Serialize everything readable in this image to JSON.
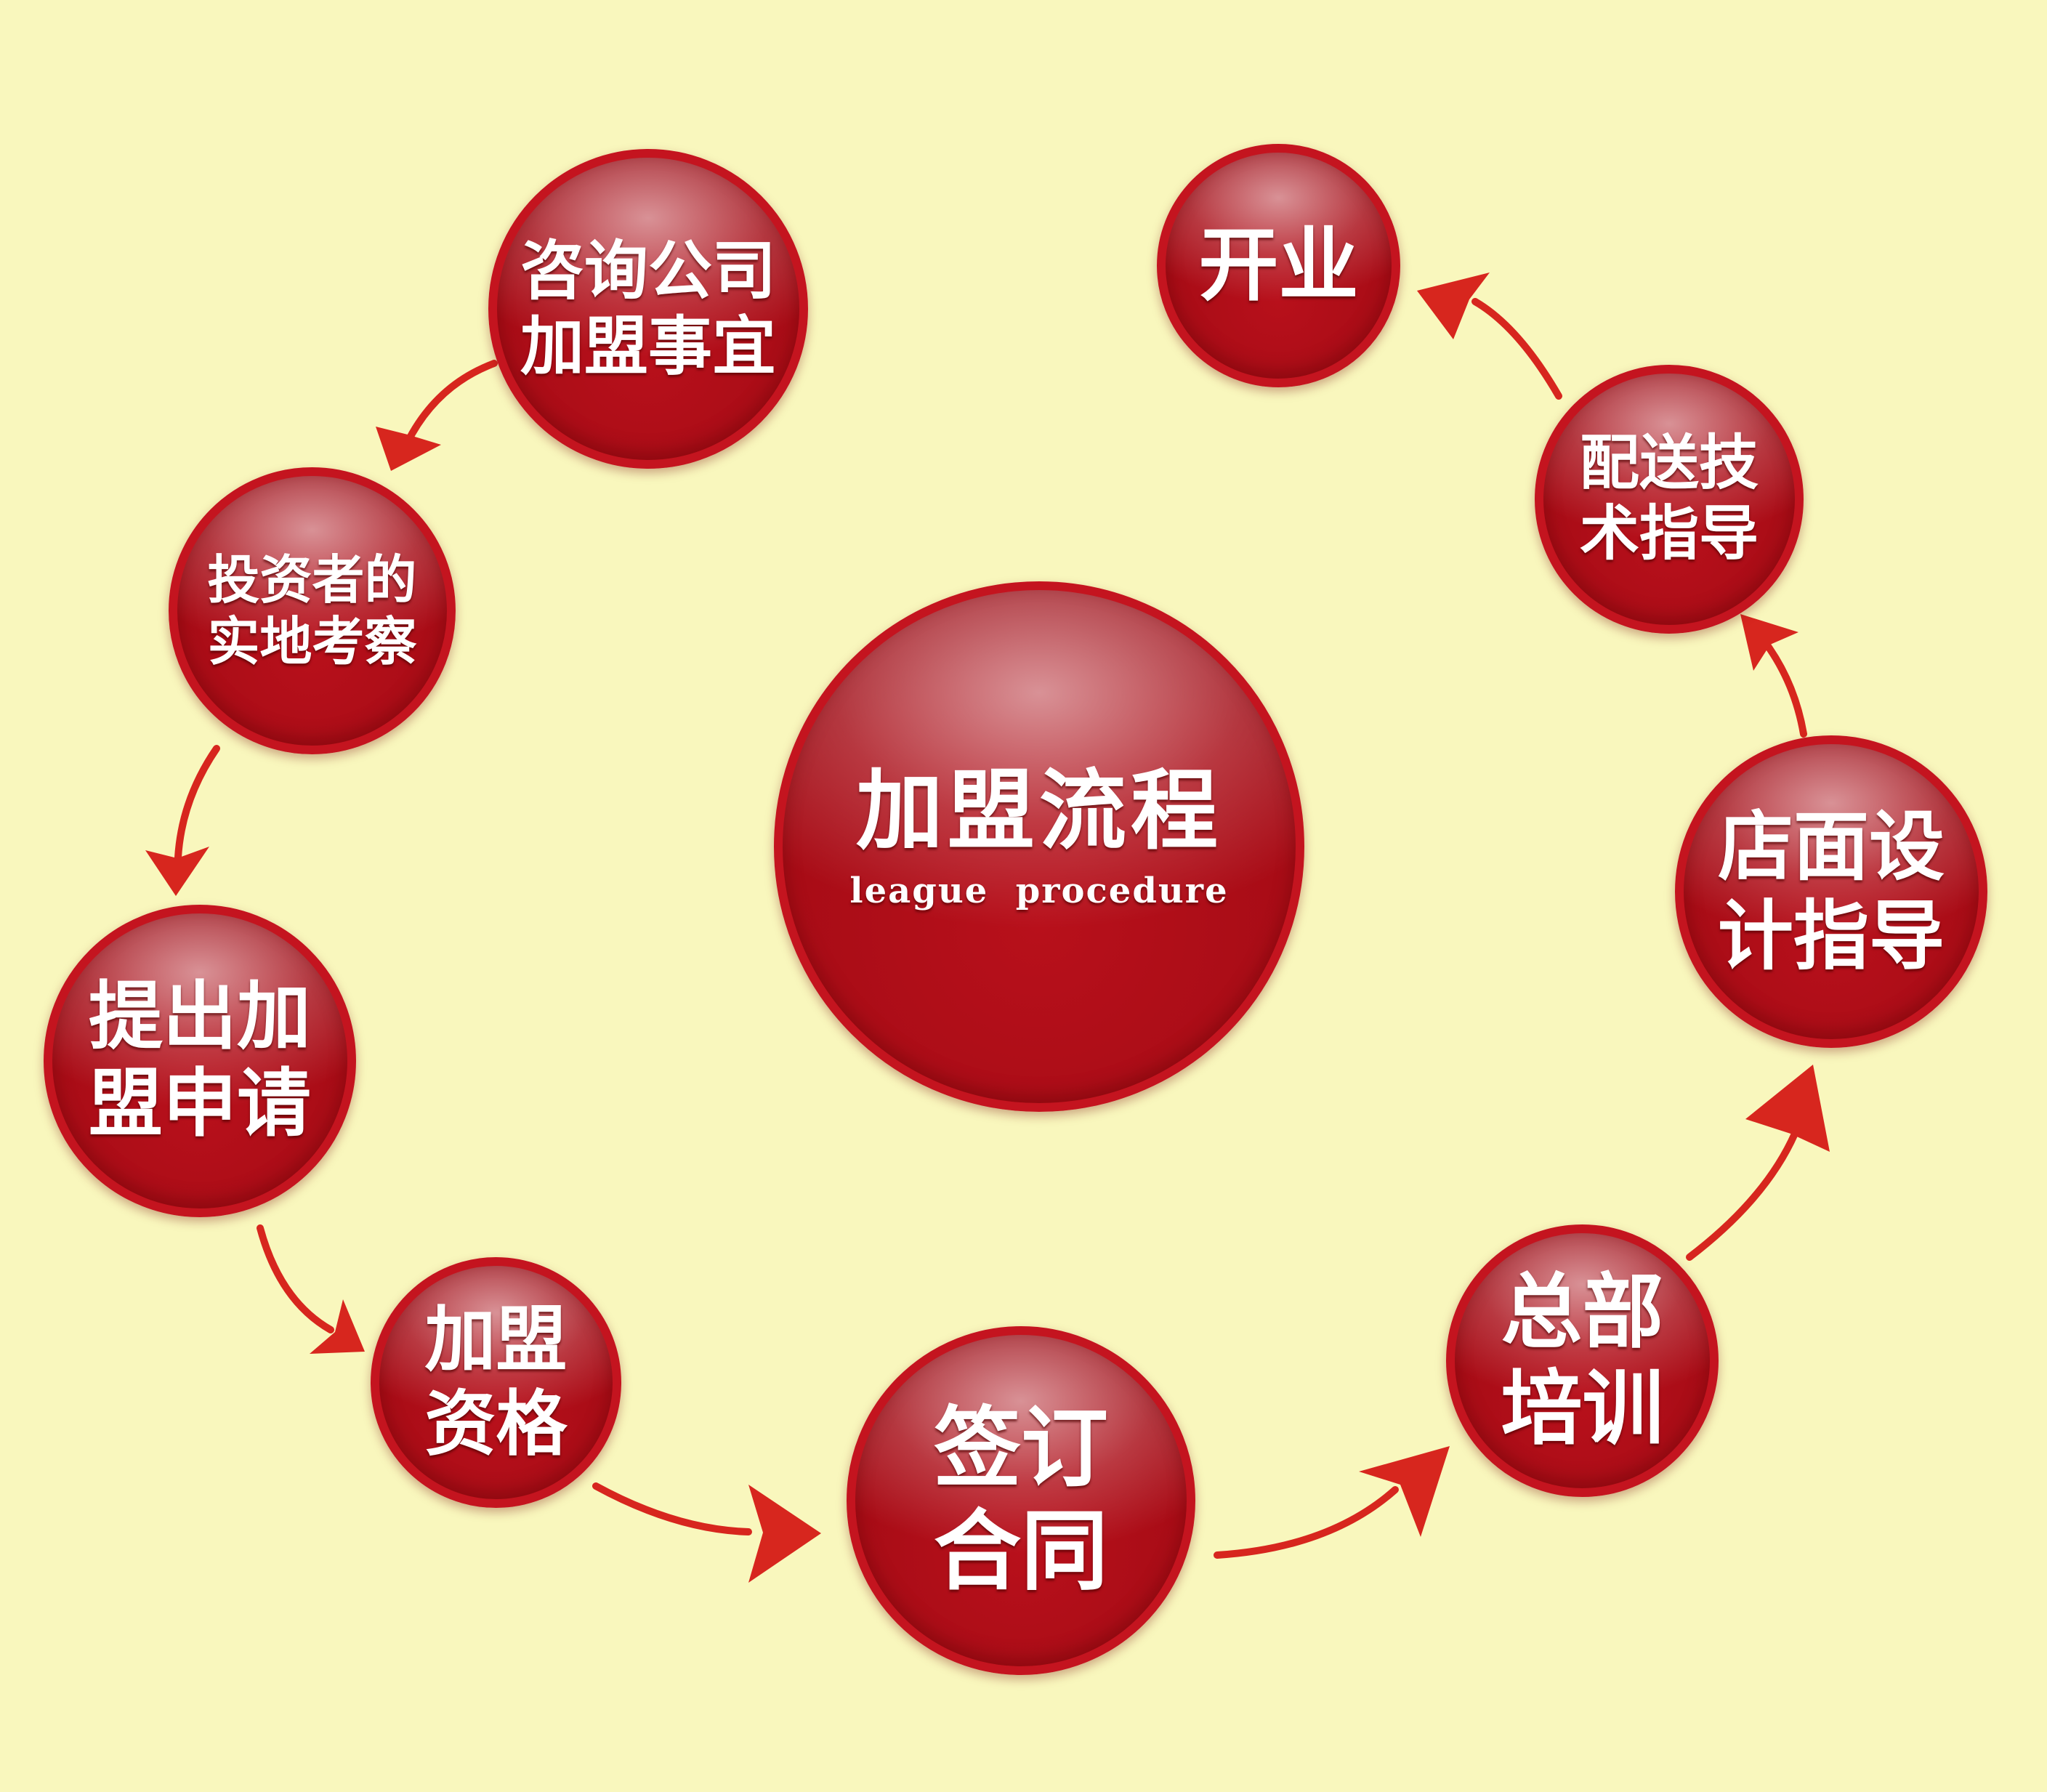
{
  "colors": {
    "background": "#f9f7bd",
    "node_fill": "#a80c16",
    "node_border": "#c4141f",
    "arrow": "#d7261e",
    "text": "#ffffff"
  },
  "center": {
    "title": "加盟流程",
    "subtitle": "league  procedure"
  },
  "steps": [
    {
      "line1": "咨询公司",
      "line2": "加盟事宜"
    },
    {
      "line1": "投资者的",
      "line2": "实地考察"
    },
    {
      "line1": "提出加",
      "line2": "盟申请"
    },
    {
      "line1": "加盟",
      "line2": "资格"
    },
    {
      "line1": "签订",
      "line2": "合同"
    },
    {
      "line1": "总部",
      "line2": "培训"
    },
    {
      "line1": "店面设",
      "line2": "计指导"
    },
    {
      "line1": "配送技",
      "line2": "术指导"
    },
    {
      "line1": "开业"
    }
  ]
}
